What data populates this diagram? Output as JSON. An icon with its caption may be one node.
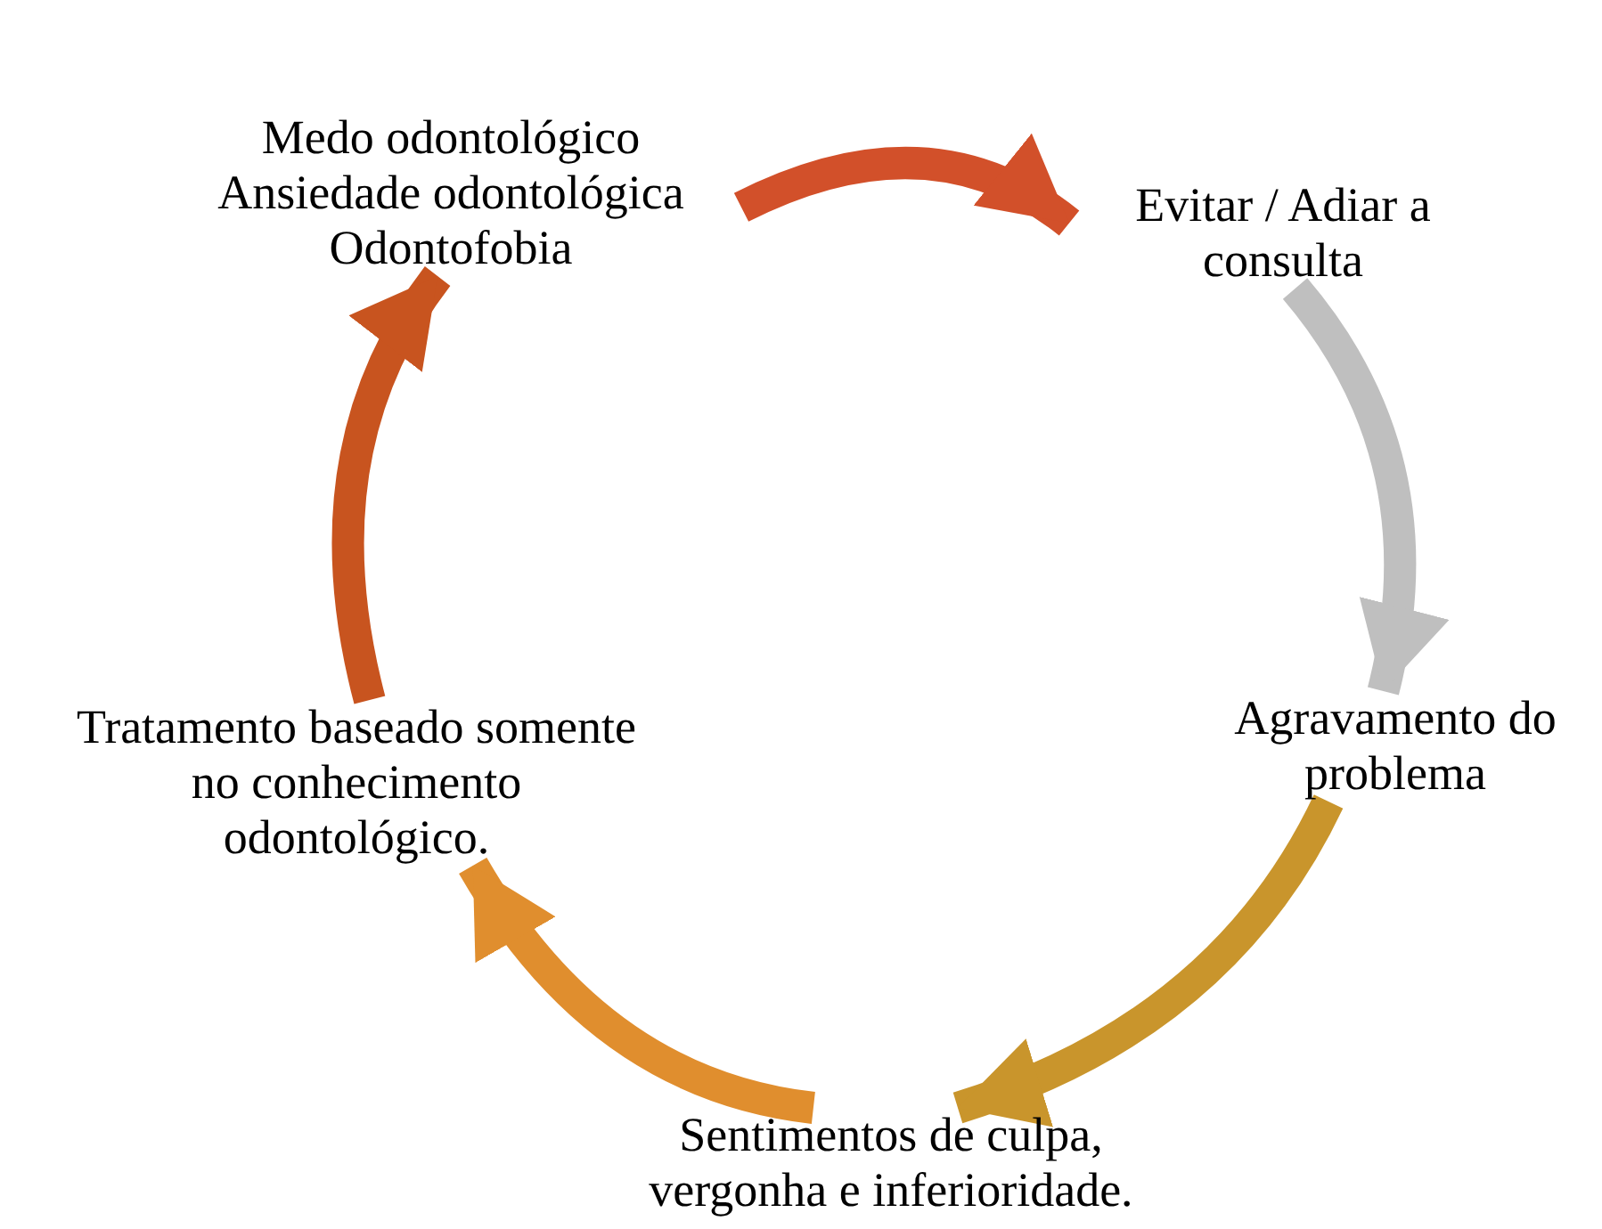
{
  "diagram": {
    "nodes": [
      {
        "text": [
          "Medo odontológico",
          "Ansiedade odontológica",
          "Odontofobia"
        ]
      },
      {
        "text": [
          "Evitar / Adiar a consulta"
        ]
      },
      {
        "text": [
          "Agravamento do problema"
        ]
      },
      {
        "text": [
          "Sentimentos de culpa, vergonha e inferioridade."
        ]
      },
      {
        "text": [
          "Tratamento baseado somente no conhecimento odontológico."
        ]
      }
    ],
    "edges": [
      {
        "from": 0,
        "to": 1,
        "arrow": "to",
        "color": "#d2502a"
      },
      {
        "from": 1,
        "to": 2,
        "arrow": "to",
        "color": "#bfbfbf"
      },
      {
        "from": 2,
        "to": 3,
        "arrow": "to",
        "color": "#c9952c"
      },
      {
        "from": 3,
        "to": 4,
        "arrow": "to",
        "color": "#e08e2e"
      },
      {
        "from": 4,
        "to": 0,
        "arrow": "to",
        "color": "#c8541f"
      }
    ]
  }
}
